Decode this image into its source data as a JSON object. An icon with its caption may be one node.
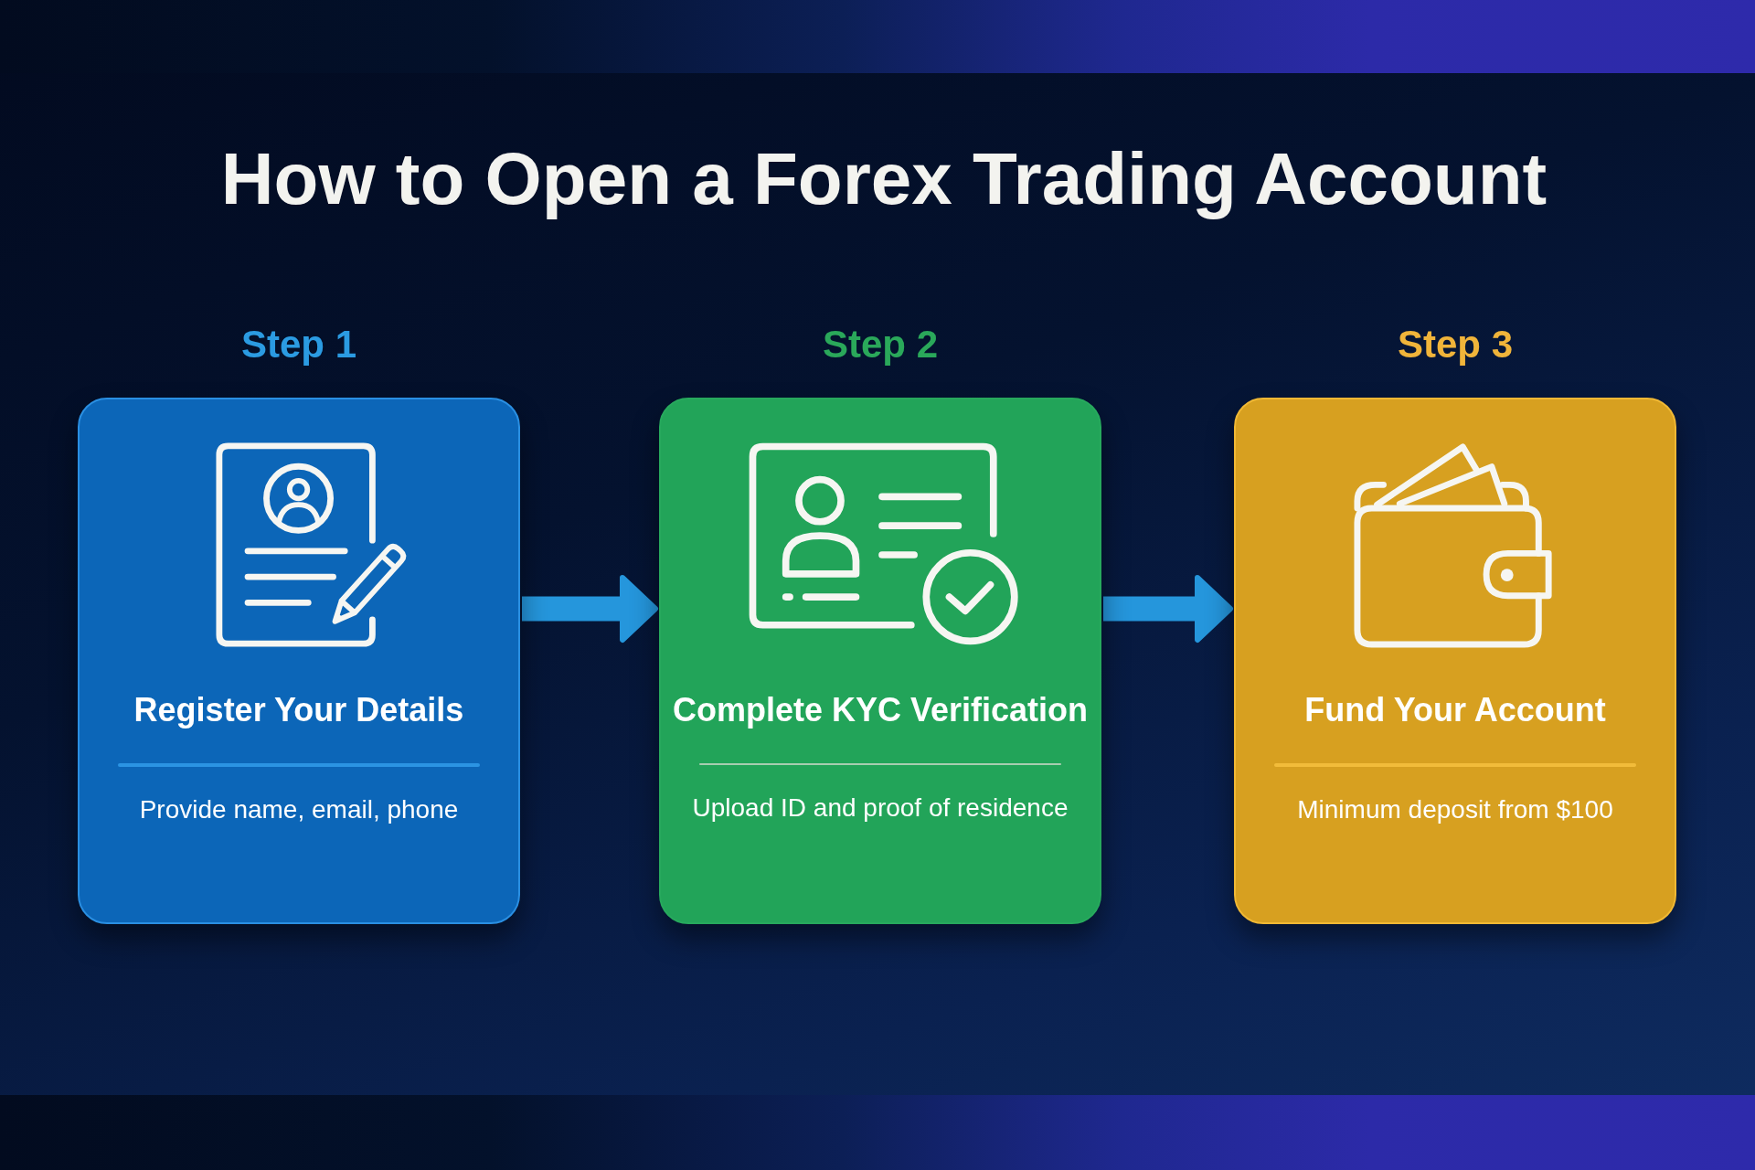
{
  "diagram": {
    "title": "How to Open a Forex Trading Account",
    "nodes": [
      {
        "text": [
          "Step 1",
          "Register Your Details",
          "Provide name, email, phone"
        ]
      },
      {
        "text": [
          "Step 2",
          "Complete KYC Verification",
          "Upload ID and proof of residence"
        ]
      },
      {
        "text": [
          "Step 3",
          "Fund Your Account",
          "Minimum deposit from $100"
        ]
      }
    ],
    "edges": [
      {
        "from": 0,
        "to": 1,
        "arrow": "to"
      },
      {
        "from": 1,
        "to": 2,
        "arrow": "to"
      }
    ]
  }
}
